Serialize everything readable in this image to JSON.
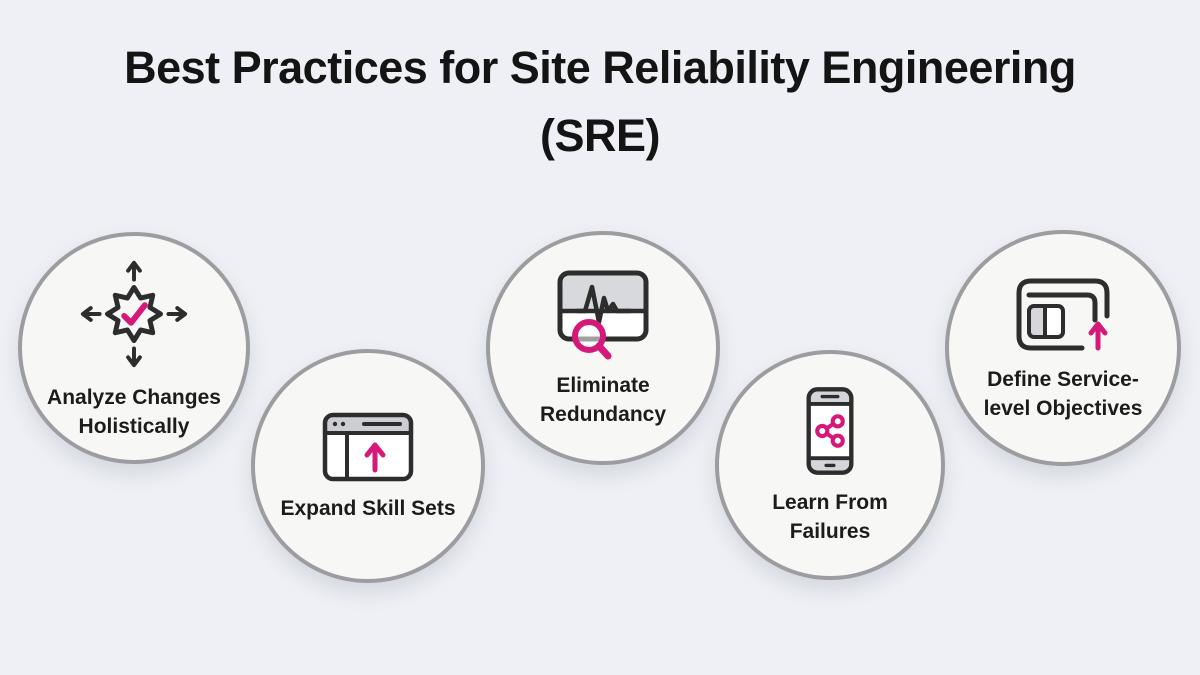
{
  "title": {
    "line1": "Best Practices for Site Reliability Engineering",
    "line2": "(SRE)"
  },
  "colors": {
    "background": "#eef0f5",
    "circle_fill": "#f7f7f5",
    "circle_border": "#9d9da1",
    "icon_dark": "#2d2d2d",
    "accent_pink": "#d6187a",
    "icon_gray_fill": "#d5d7db",
    "text_dark": "#1c1c1c"
  },
  "items": [
    {
      "icon": "gear-check-arrows-icon",
      "lines": [
        "Analyze Changes",
        "Holistically"
      ]
    },
    {
      "icon": "browser-window-up-arrow-icon",
      "lines": [
        "Expand Skill Sets"
      ]
    },
    {
      "icon": "monitor-pulse-search-icon",
      "lines": [
        "Eliminate",
        "Redundancy"
      ]
    },
    {
      "icon": "smartphone-share-icon",
      "lines": [
        "Learn From",
        "Failures"
      ]
    },
    {
      "icon": "window-layout-up-arrow-icon",
      "lines": [
        "Define Service-",
        "level Objectives"
      ]
    }
  ]
}
